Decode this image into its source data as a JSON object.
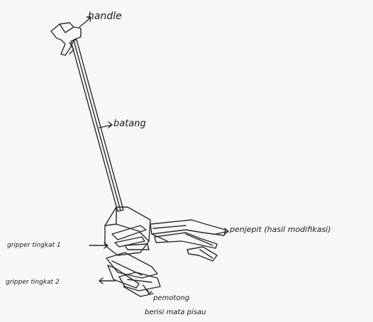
{
  "labels": {
    "handle": "handle",
    "batang": "batang",
    "penjepit": "penjepit (hasil modifikasi)",
    "gripper1": "gripper tingkat 1",
    "gripper2": "gripper tingkat 2",
    "pemotong": "pemotong",
    "pemotong_note": "berisi mata pisau"
  }
}
